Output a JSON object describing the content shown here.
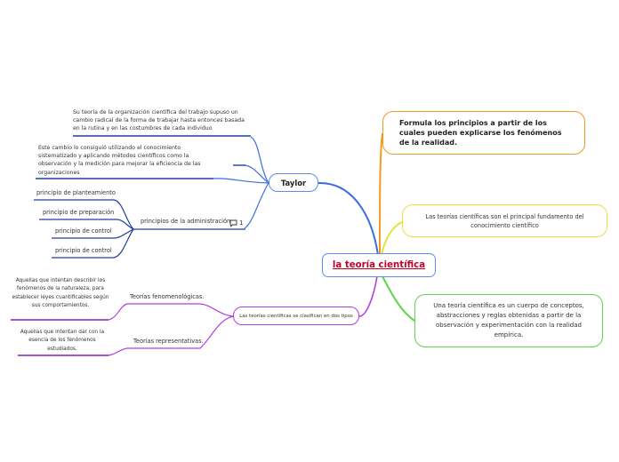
{
  "central": {
    "title": "la teoría científica"
  },
  "taylor": {
    "label": "Taylor",
    "notes": [
      "Su teoría de la organización científica del trabajo supuso un cambio radical de la forma de trabajar hasta entonces basada en la rutina y en las costumbres de cada individuo",
      "Este cambio lo consiguió utilizando el conocimiento sistematizado y aplicando métodos científicos como la observación y la medición para mejorar la eficiencia de las organizaciones"
    ],
    "principios": {
      "label": "principios de la administración",
      "comment_count": "1",
      "items": [
        "principio de planteamiento",
        "principio de preparación",
        "principio de control",
        "principio de control"
      ]
    }
  },
  "right": {
    "formula": "Formula los principios a partir de los cuales pueden explicarse los fenómenos de la realidad.",
    "fundamento": "Las teorías científicas son el principal fundamento del conocimiento científico",
    "cuerpo": "Una teoría científica es un cuerpo de conceptos, abstracciones y reglas obtenidas a partir de la observación y experimentación con la realidad empírica."
  },
  "clasifican": {
    "label": "Las teorías científicas se clasifican en dos tipos",
    "fenomenologicas": {
      "label": "Teorías fenomenológicas.",
      "note": "Aquellas que intentan describir los fenómenos de la naturaleza, para establecer leyes cuantificables según sus comportamientos."
    },
    "representativas": {
      "label": "Teorías representativas.",
      "note": "Aquellas que intentan dar con la esencia de los fenómenos estudiados."
    }
  },
  "colors": {
    "blue": "#3b6fe0",
    "orange": "#f29a1f",
    "yellow": "#e5e33a",
    "green": "#5fd14a",
    "purple": "#b43fe0",
    "title_red": "#c4002b"
  }
}
